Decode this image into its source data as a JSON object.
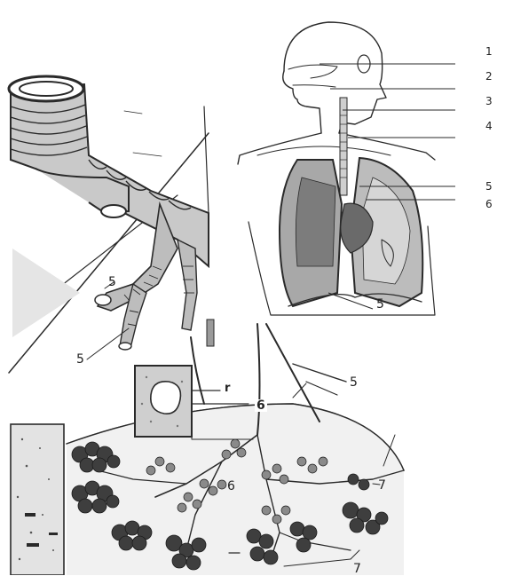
{
  "labels": {
    "key_1": "1",
    "key_2": "2",
    "key_3": "3",
    "key_4": "4",
    "key_5": "5",
    "key_6": "6",
    "bronchus_5_upper": "5",
    "bronchus_5_lower": "5",
    "torso_5": "5",
    "right_5": "5",
    "inset_6": "6",
    "inset_r": "r",
    "alveoli_6": "6",
    "alveoli_7_right": "7",
    "alveoli_7_bottom": "7"
  },
  "colors": {
    "ink": "#2a2a2a",
    "paper": "#ffffff",
    "shade": "#6b6b6b",
    "dark": "#3a3a3a"
  }
}
